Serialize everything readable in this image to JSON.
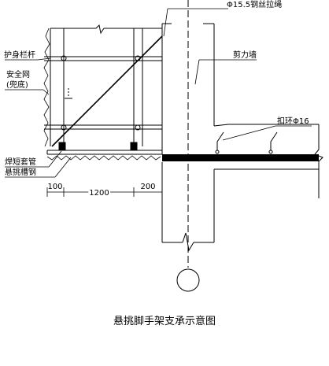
{
  "title": "悬挑脚手架支承示意图",
  "labels": {
    "wire_rope": "Φ15.5钢丝拉绳",
    "guardrail": "护身栏杆",
    "safety_net_line1": "安全网",
    "safety_net_line2": "(兜底)",
    "shear_wall": "剪力墙",
    "buckle_ring": "扣环Φ16",
    "welded_sleeve": "焊短套管",
    "cantilever_channel": "悬挑槽钢"
  },
  "dimensions": {
    "left_offset": "100",
    "span": "1200",
    "right_offset": "200"
  },
  "axis_marker": "",
  "colors": {
    "line": "#000000",
    "background": "#ffffff"
  }
}
